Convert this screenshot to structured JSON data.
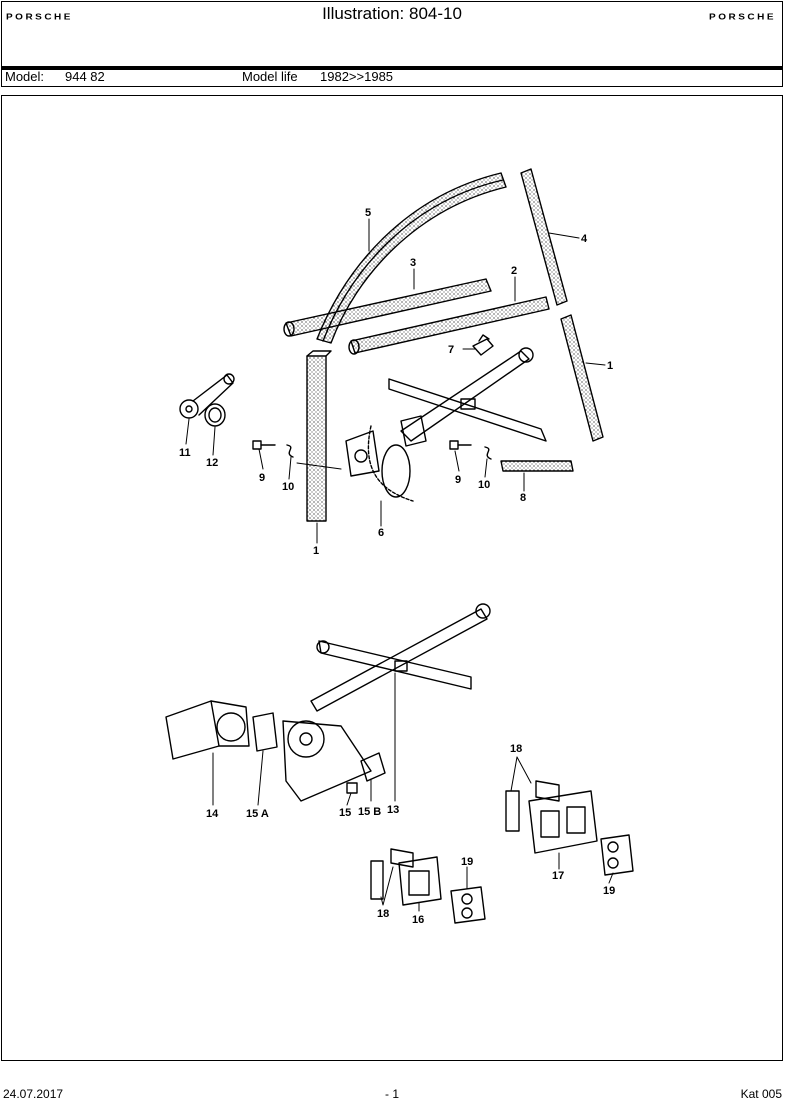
{
  "header": {
    "logo_left": "PORSCHE",
    "logo_right": "PORSCHE",
    "title": "Illustration: 804-10"
  },
  "model_bar": {
    "model_label": "Model:",
    "model_value": "944 82",
    "life_label": "Model life",
    "life_value": "1982>>1985"
  },
  "callouts": {
    "c1a": "1",
    "c1b": "1",
    "c2": "2",
    "c3": "3",
    "c4": "4",
    "c5": "5",
    "c6": "6",
    "c7": "7",
    "c8": "8",
    "c9a": "9",
    "c9b": "9",
    "c10a": "10",
    "c10b": "10",
    "c11": "11",
    "c12": "12",
    "c13": "13",
    "c14": "14",
    "c15": "15",
    "c15a": "15 A",
    "c15b": "15 B",
    "c16": "16",
    "c17": "17",
    "c18a": "18",
    "c18b": "18",
    "c19a": "19",
    "c19b": "19"
  },
  "footer": {
    "date": "24.07.2017",
    "page": "- 1",
    "catalog": "Kat 005"
  }
}
